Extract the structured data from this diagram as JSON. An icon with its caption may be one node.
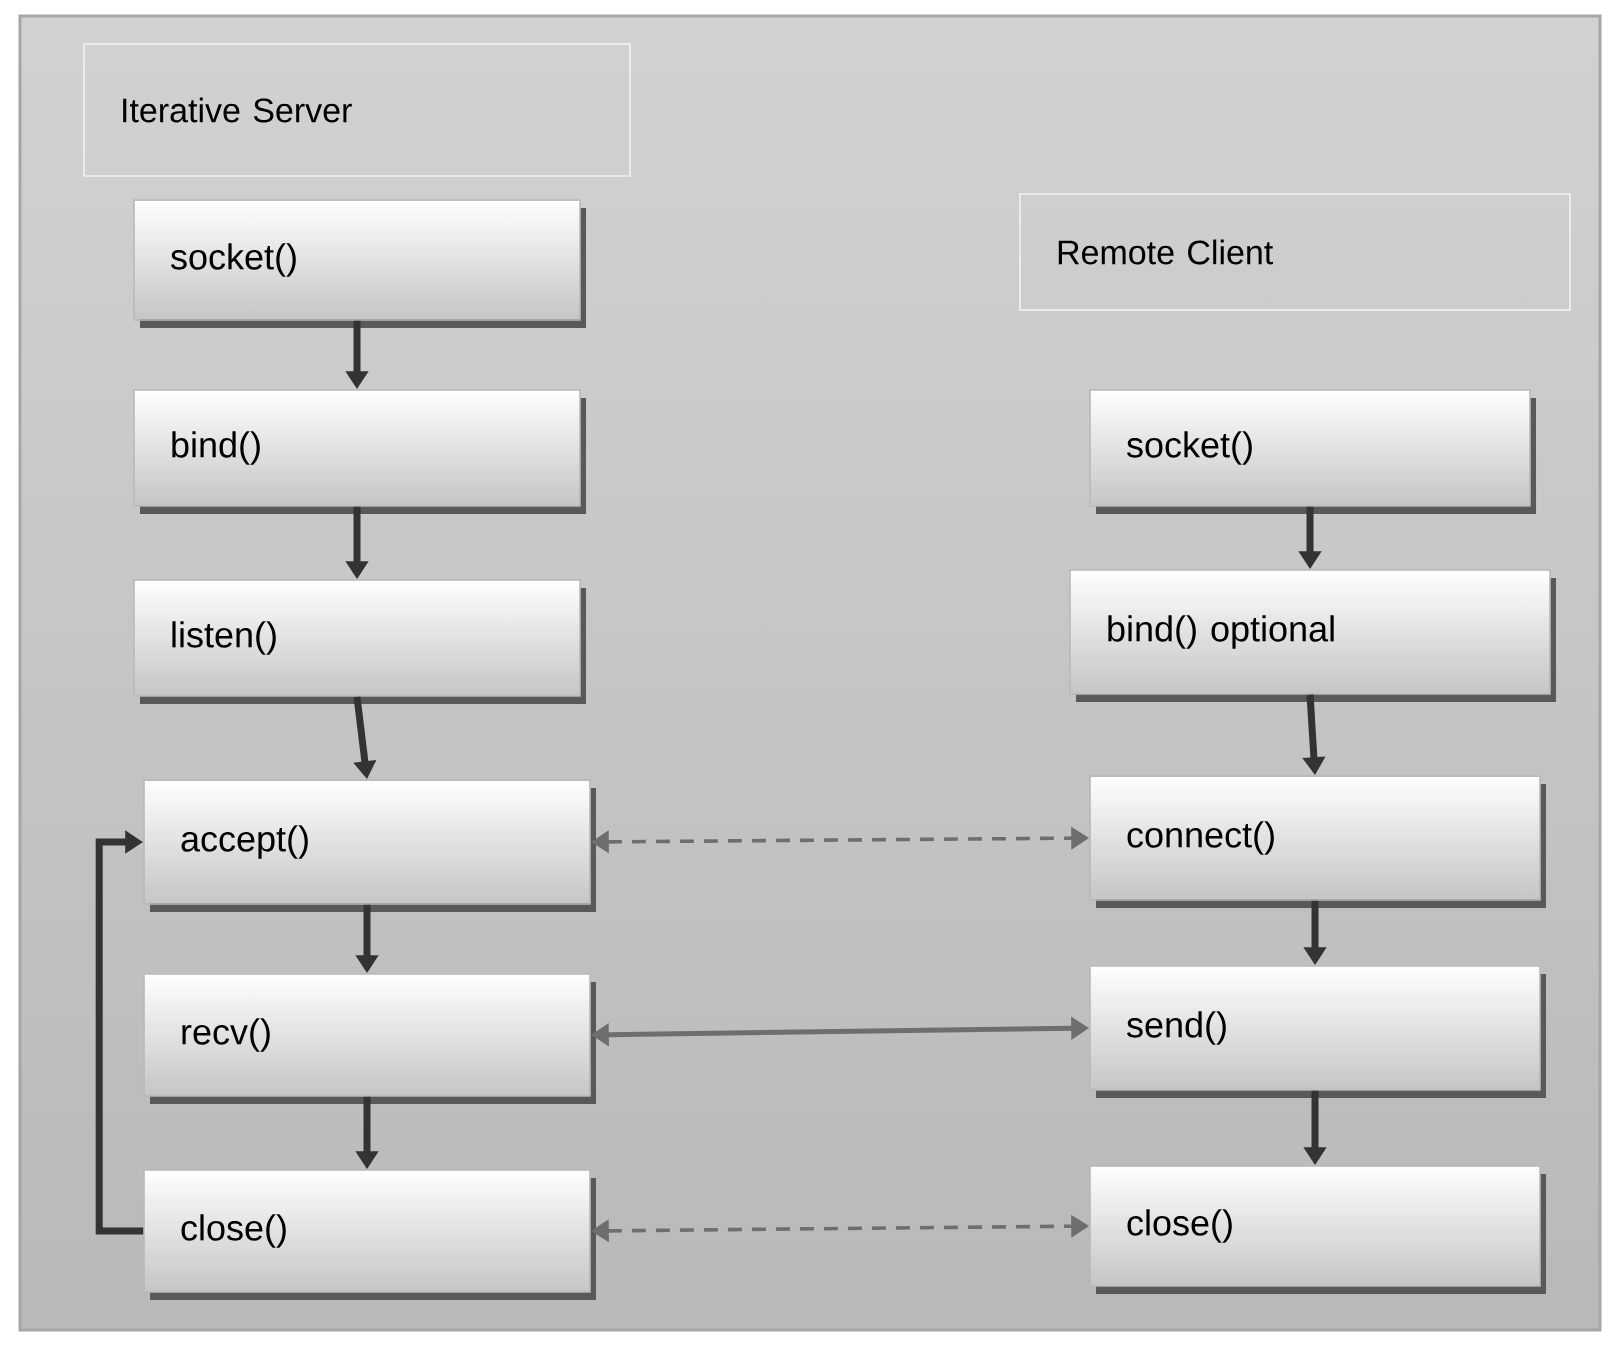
{
  "diagram": {
    "nodes": [
      {
        "text": [
          "Iterative Server"
        ]
      },
      {
        "text": [
          "socket()"
        ]
      },
      {
        "text": [
          "bind()"
        ]
      },
      {
        "text": [
          "listen()"
        ]
      },
      {
        "text": [
          "accept()"
        ]
      },
      {
        "text": [
          "recv()"
        ]
      },
      {
        "text": [
          "close()"
        ]
      },
      {
        "text": [
          "Remote Client"
        ]
      },
      {
        "text": [
          "socket()"
        ]
      },
      {
        "text": [
          "bind() optional"
        ]
      },
      {
        "text": [
          "connect()"
        ]
      },
      {
        "text": [
          "send()"
        ]
      },
      {
        "text": [
          "close()"
        ]
      }
    ],
    "edges": [
      {
        "from": 1,
        "to": 2,
        "arrow": "to"
      },
      {
        "from": 2,
        "to": 3,
        "arrow": "to"
      },
      {
        "from": 3,
        "to": 4,
        "arrow": "to"
      },
      {
        "from": 4,
        "to": 5,
        "arrow": "to"
      },
      {
        "from": 5,
        "to": 6,
        "arrow": "to"
      },
      {
        "from": 6,
        "to": 4,
        "arrow": "to"
      },
      {
        "from": 8,
        "to": 9,
        "arrow": "to"
      },
      {
        "from": 9,
        "to": 10,
        "arrow": "to"
      },
      {
        "from": 10,
        "to": 11,
        "arrow": "to"
      },
      {
        "from": 11,
        "to": 12,
        "arrow": "to"
      },
      {
        "from": 4,
        "to": 10,
        "arrow": "both",
        "style": "dashed",
        "color": "#6e6e6e"
      },
      {
        "from": 5,
        "to": 11,
        "arrow": "both",
        "color": "#6e6e6e"
      },
      {
        "from": 6,
        "to": 12,
        "arrow": "both",
        "style": "dashed",
        "color": "#6e6e6e"
      }
    ]
  }
}
